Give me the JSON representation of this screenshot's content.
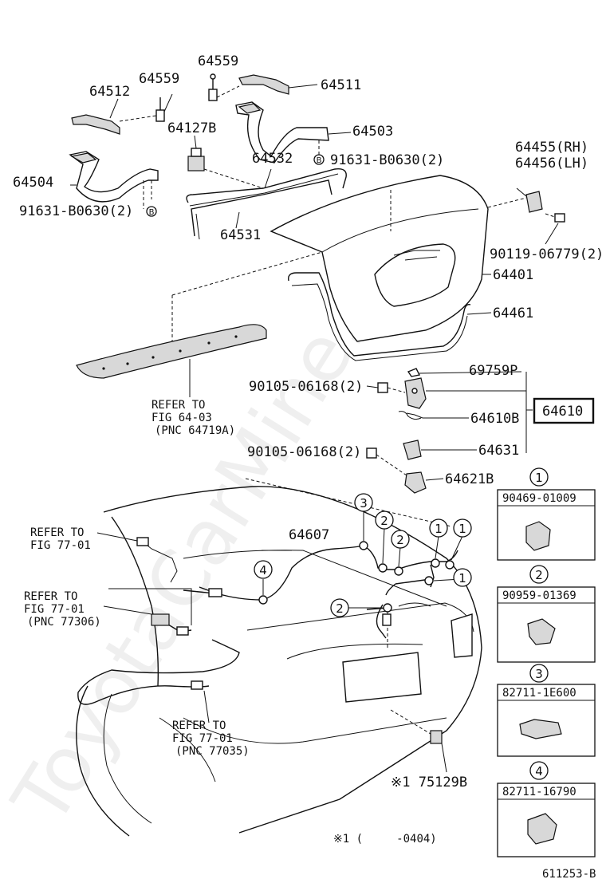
{
  "parts": {
    "p64559_top": "64559",
    "p64511": "64511",
    "p64512": "64512",
    "p64559_left": "64559",
    "p64503": "64503",
    "p64127b": "64127B",
    "p64532": "64532",
    "p91631_right": "91631-B0630(2)",
    "p64504": "64504",
    "p91631_left": "91631-B0630(2)",
    "p64531": "64531",
    "p64455": "64455(RH)",
    "p64456": "64456(LH)",
    "p90119": "90119-06779(2)",
    "p64401": "64401",
    "p64461": "64461",
    "p69759p": "69759P",
    "p90105_a": "90105-06168(2)",
    "p64610b": "64610B",
    "p64610": "64610",
    "p90105_b": "90105-06168(2)",
    "p64631": "64631",
    "p64621b": "64621B",
    "p64607": "64607",
    "p75129b": "※1 75129B"
  },
  "refs": {
    "ref_fig_64_03": [
      "REFER TO",
      "FIG 64-03",
      "(PNC 64719A)"
    ],
    "ref_77_01_a": [
      "REFER TO",
      "FIG 77-01"
    ],
    "ref_77_01_b": [
      "REFER TO",
      "FIG 77-01",
      "(PNC 77306)"
    ],
    "ref_77_01_c": [
      "REFER TO",
      "FIG 77-01",
      "(PNC 77035)"
    ]
  },
  "clamps": [
    {
      "num": "1",
      "part": "90469-01009"
    },
    {
      "num": "2",
      "part": "90959-01369"
    },
    {
      "num": "3",
      "part": "82711-1E600"
    },
    {
      "num": "4",
      "part": "82711-16790"
    }
  ],
  "callout_markers": {
    "one": "1",
    "two": "2",
    "three": "3",
    "four": "4",
    "bolt": "B"
  },
  "footnote": "※1 (     -0404)",
  "figure_id": "611253-B",
  "watermark": "ToyotaCarMine.ru"
}
